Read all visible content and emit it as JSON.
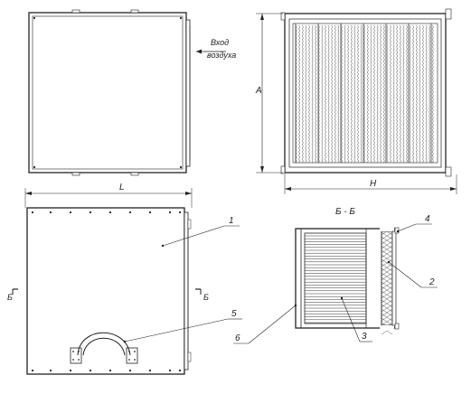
{
  "labels": {
    "air_inlet_line1": "Вход",
    "air_inlet_line2": "воздуха",
    "dim_A": "A",
    "dim_H": "H",
    "dim_L": "L",
    "section_title": "Б - Б",
    "section_mark_left": "Б",
    "section_mark_right": "Б",
    "callout_1": "1",
    "callout_2": "2",
    "callout_3": "3",
    "callout_4": "4",
    "callout_5": "5",
    "callout_6": "6"
  }
}
